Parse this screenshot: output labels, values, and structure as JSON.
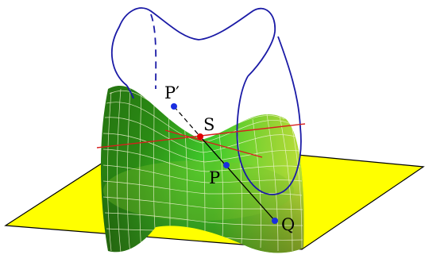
{
  "points": {
    "s": "S",
    "p": "P",
    "p_prime": "P′",
    "q": "Q"
  },
  "colors": {
    "plane_fill": "#ffff00",
    "surface_dark": "#236a0f",
    "surface_mid": "#2aa00f",
    "surface_bright": "#4ce02a",
    "surface_yellow": "#d9d93a",
    "mesh_lines": "#f3f5d6",
    "outline_curve": "#1a1aa6",
    "point_fill": "#1a2ee0",
    "s_point": "#e00000",
    "tangent_lines": "#d81e1e",
    "segment_line": "#000000"
  }
}
